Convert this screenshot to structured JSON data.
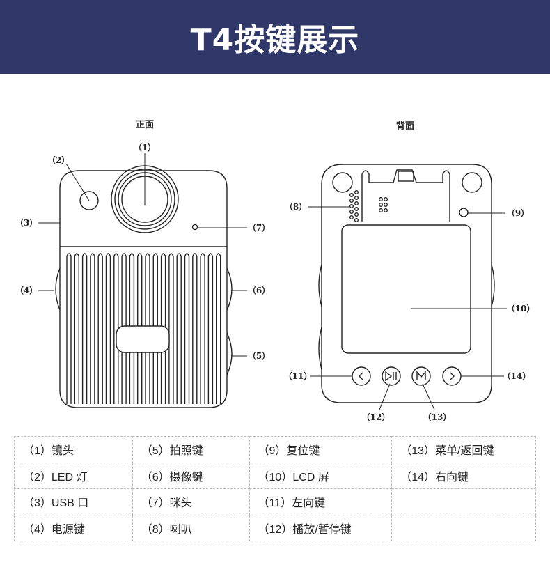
{
  "header": {
    "title": "T4按键展示"
  },
  "front": {
    "title": "正面",
    "labels": [
      "（1）",
      "（2）",
      "（3）",
      "（4）",
      "（5）",
      "（6）",
      "（7）"
    ]
  },
  "back": {
    "title": "背面",
    "labels": [
      "（8）",
      "（9）",
      "（10）",
      "（11）",
      "（12）",
      "（13）",
      "（14）"
    ]
  },
  "legend": {
    "rows": [
      [
        "（1）镜头",
        "（5）拍照键",
        "（9）复位键",
        "（13）菜单/返回键"
      ],
      [
        "（2）LED 灯",
        "（6）摄像键",
        "（10）LCD 屏",
        "（14）右向键"
      ],
      [
        "（3）USB 口",
        "（7）咪头",
        "（11）左向键",
        ""
      ],
      [
        "（4）电源键",
        "（8）喇叭",
        "（12）播放/暂停键",
        ""
      ]
    ]
  }
}
